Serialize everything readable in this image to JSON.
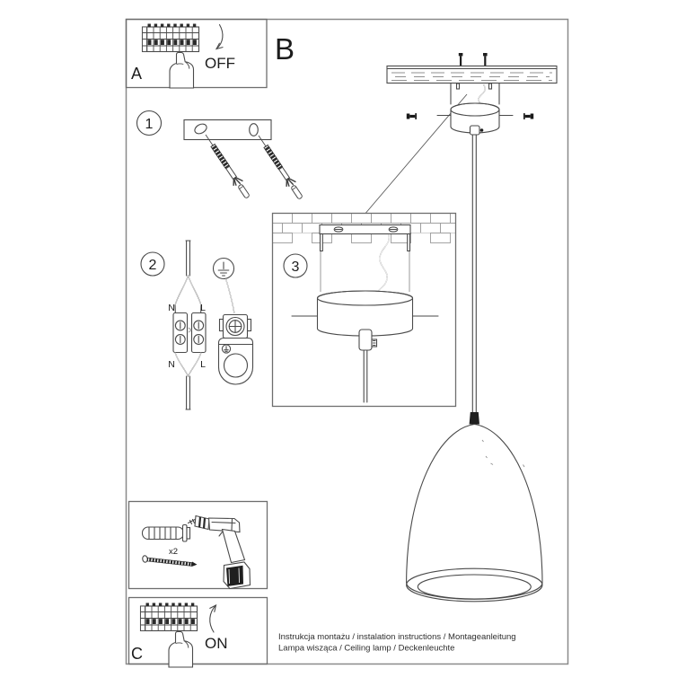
{
  "panel_a": {
    "label": "A",
    "action": "OFF"
  },
  "panel_c": {
    "label": "C",
    "action": "ON"
  },
  "section_b": {
    "label": "B"
  },
  "steps": {
    "s1": "1",
    "s2": "2",
    "s3": "3"
  },
  "wiring": {
    "n_top": "N",
    "l_top": "L",
    "n_bottom": "N",
    "l_bottom": "L"
  },
  "hardware": {
    "anchor_count": "x2"
  },
  "footer": {
    "line1": "Instrukcja montażu / instalation instructions / Montageanleitung",
    "line2": "Lampa wisząca / Ceiling lamp  / Deckenleuchte"
  },
  "colors": {
    "line": "#4a4a4a",
    "border": "#6e6e6e",
    "black": "#1f1f1f",
    "background": "#ffffff"
  }
}
